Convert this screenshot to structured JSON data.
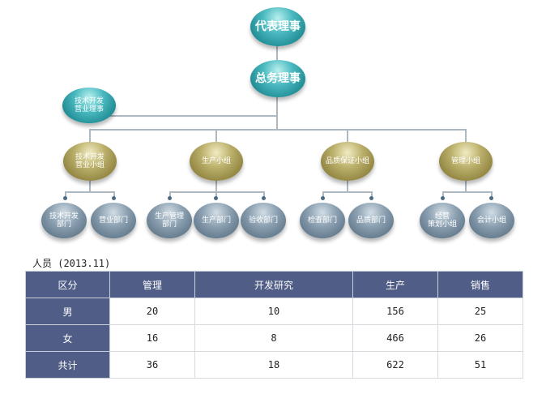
{
  "org": {
    "representative_director": "代表理事",
    "general_director": "总务理事",
    "tech_sales_director": [
      "技术开发",
      "营业理事"
    ],
    "teams": [
      {
        "label": [
          "技术开发",
          "营业小组"
        ],
        "departments": [
          [
            "技术开发",
            "部门"
          ],
          [
            "营业部门"
          ]
        ]
      },
      {
        "label": [
          "生产小组"
        ],
        "departments": [
          [
            "生产管理",
            "部门"
          ],
          [
            "生产部门"
          ],
          [
            "验收部门"
          ]
        ]
      },
      {
        "label": [
          "品质保证小组"
        ],
        "departments": [
          [
            "检查部门"
          ],
          [
            "品质部门"
          ]
        ]
      },
      {
        "label": [
          "管理小组"
        ],
        "departments": [
          [
            "经营",
            "策划小组"
          ],
          [
            "会计小组"
          ]
        ]
      }
    ]
  },
  "staff": {
    "title": "人员 (2013.11)",
    "columns": [
      "区分",
      "管理",
      "开发研究",
      "生产",
      "销售"
    ],
    "rows": [
      {
        "label": "男",
        "values": [
          "20",
          "10",
          "156",
          "25"
        ]
      },
      {
        "label": "女",
        "values": [
          "16",
          "8",
          "466",
          "26"
        ]
      },
      {
        "label": "共计",
        "values": [
          "36",
          "18",
          "622",
          "51"
        ]
      }
    ]
  }
}
